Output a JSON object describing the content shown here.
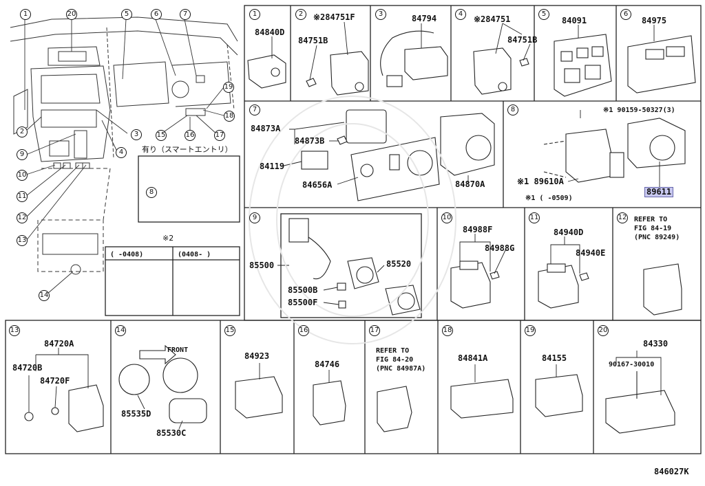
{
  "footer_code": "846027K",
  "overview": {
    "callouts": [
      "1",
      "2",
      "3",
      "4",
      "5",
      "6",
      "7",
      "8",
      "9",
      "10",
      "11",
      "12",
      "13",
      "14",
      "15",
      "16",
      "17",
      "18",
      "19",
      "20"
    ],
    "inset_label": "有り（スマートエントリ）",
    "inset_callout": "8",
    "note2": {
      "mark": "※2",
      "left_range": "(      -0408)",
      "right_range": "(0408-      )"
    }
  },
  "panels": [
    {
      "num": "1",
      "parts": [
        "84840D"
      ]
    },
    {
      "num": "2",
      "parts": [
        "※284751F",
        "84751B"
      ]
    },
    {
      "num": "3",
      "parts": [
        "84794"
      ]
    },
    {
      "num": "4",
      "parts": [
        "※284751",
        "84751B"
      ]
    },
    {
      "num": "5",
      "parts": [
        "84091"
      ]
    },
    {
      "num": "6",
      "parts": [
        "84975"
      ]
    },
    {
      "num": "7",
      "parts": [
        "84873A",
        "84873B",
        "84119",
        "84656A",
        "84870A"
      ]
    },
    {
      "num": "8",
      "parts": [
        "※1 90159-50327(3)",
        "※1 89610A",
        "89611",
        "※1 (    -0509)"
      ]
    },
    {
      "num": "9",
      "parts": [
        "85500",
        "85520",
        "85500B",
        "85500F"
      ]
    },
    {
      "num": "10",
      "parts": [
        "84988F",
        "84988G"
      ]
    },
    {
      "num": "11",
      "parts": [
        "84940D",
        "84940E"
      ]
    },
    {
      "num": "12",
      "refer": [
        "REFER TO",
        "FIG 84-19",
        "(PNC 89249)"
      ]
    },
    {
      "num": "13",
      "parts": [
        "84720A",
        "84720B",
        "84720F"
      ]
    },
    {
      "num": "14",
      "parts": [
        "FRONT",
        "85535D",
        "85530C"
      ]
    },
    {
      "num": "15",
      "parts": [
        "84923"
      ]
    },
    {
      "num": "16",
      "parts": [
        "84746"
      ]
    },
    {
      "num": "17",
      "refer": [
        "REFER TO",
        "FIG 84-20",
        "(PNC 84987A)"
      ]
    },
    {
      "num": "18",
      "parts": [
        "84841A"
      ]
    },
    {
      "num": "19",
      "parts": [
        "84155"
      ]
    },
    {
      "num": "20",
      "parts": [
        "84330",
        "90167-30010"
      ]
    }
  ]
}
